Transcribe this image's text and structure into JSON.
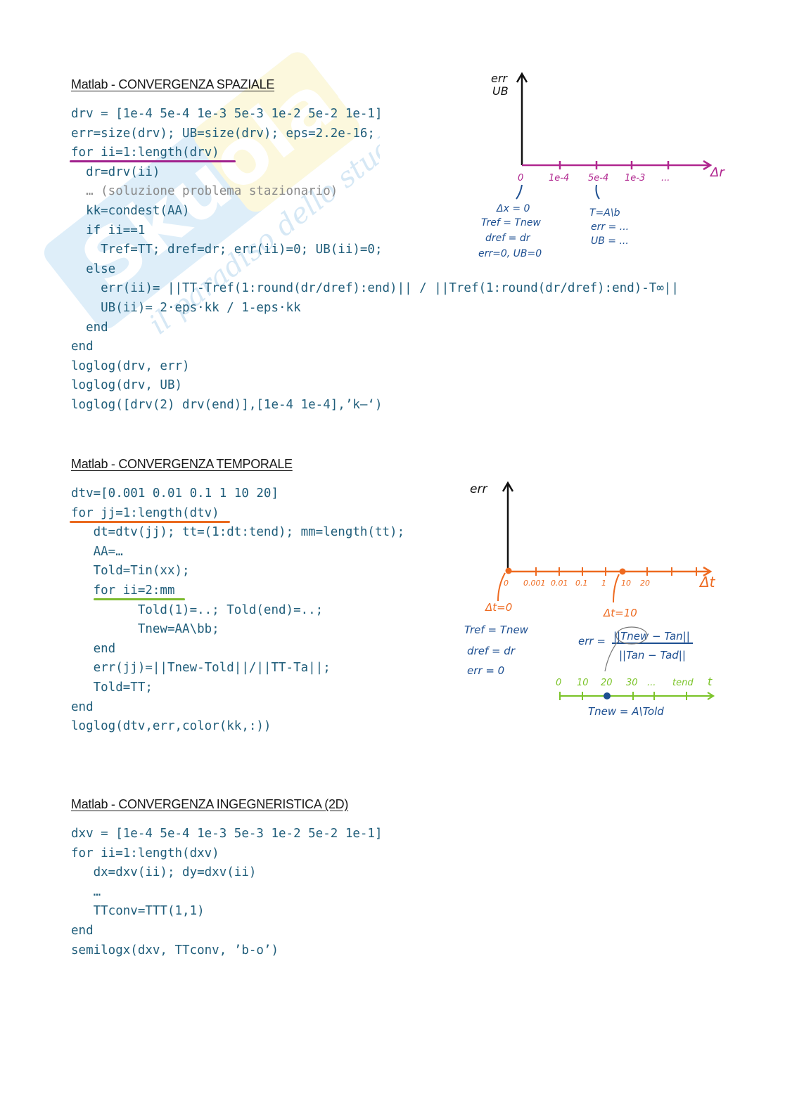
{
  "watermark": {
    "brand": "Skuola.net",
    "tagline": "il paradiso dello studente"
  },
  "sections": [
    {
      "title": "Matlab - CONVERGENZA SPAZIALE",
      "code": [
        "drv = [1e-4 5e-4 1e-3 5e-3 1e-2 5e-2 1e-1]",
        "err=size(drv); UB=size(drv); eps=2.2e-16;",
        "for ii=1:length(drv)",
        "  dr=drv(ii)",
        "  … (soluzione problema stazionario)",
        "  kk=condest(AA)",
        "  if ii==1",
        "    Tref=TT; dref=dr; err(ii)=0; UB(ii)=0;",
        "  else",
        "    err(ii)= ||TT-Tref(1:round(dr/dref):end)|| / ||Tref(1:round(dr/dref):end)-T∞||",
        "    UB(ii)= 2·eps·kk / 1-eps·kk",
        "  end",
        "end",
        "loglog(drv, err)",
        "loglog(drv, UB)",
        "loglog([drv(2) drv(end)],[1e-4 1e-4],’k–‘)"
      ],
      "underline_color": "#a0208c",
      "diagram": {
        "y_label_1": "err",
        "y_label_2": "UB",
        "x_label": "Δr",
        "ticks": [
          "0",
          "1e-4",
          "5e-4",
          "1e-3",
          "..."
        ],
        "note_left": [
          "Δx = 0",
          "Tref = Tnew",
          "dref = dr",
          "err=0, UB=0"
        ],
        "note_right": [
          "T=A\\b",
          "err = ...",
          "UB = ..."
        ],
        "axis_color": "#b0268f",
        "note_color": "#1d4f91"
      }
    },
    {
      "title": "Matlab - CONVERGENZA TEMPORALE",
      "code": [
        "dtv=[0.001 0.01 0.1 1 10 20]",
        "for jj=1:length(dtv)",
        "   dt=dtv(jj); tt=(1:dt:tend); mm=length(tt);",
        "   AA=…",
        "   Told=Tin(xx);",
        "   for ii=2:mm",
        "         Told(1)=..; Told(end)=..;",
        "         Tnew=AA\\bb;",
        "   end",
        "   err(jj)=||Tnew-Told||/||TT-Ta||;",
        "   Told=TT;",
        "end",
        "loglog(dtv,err,color(kk,:))"
      ],
      "underline_color": "#ea6a1f",
      "inner_underline_color": "#7dbb2e",
      "diagram": {
        "y_label": "err",
        "x_label": "Δt",
        "ticks": [
          "0",
          "0.001",
          "0.01",
          "0.1",
          "1",
          "10",
          "20"
        ],
        "note_dt0": "Δt=0",
        "note_dt10": "Δt=10",
        "note_left": [
          "Tref = Tnew",
          "dref = dr",
          "err = 0"
        ],
        "formula_lhs": "err =",
        "formula_num": "||Tnew − Tan||",
        "formula_den": "||Tan − Tad||",
        "time_ticks": [
          "0",
          "10",
          "20",
          "30",
          "...",
          "tend"
        ],
        "time_label": "t",
        "time_note": "Tnew = A\\Told",
        "axis_color": "#ee6a20",
        "time_color": "#7cc42a",
        "note_color": "#1d4f91"
      }
    },
    {
      "title": "Matlab - CONVERGENZA INGEGNERISTICA (2D)",
      "code": [
        "dxv = [1e-4 5e-4 1e-3 5e-3 1e-2 5e-2 1e-1]",
        "for ii=1:length(dxv)",
        "   dx=dxv(ii); dy=dxv(ii)",
        "   …",
        "   TTconv=TTT(1,1)",
        "end",
        "semilogx(dxv, TTconv, ’b-o’)"
      ]
    }
  ]
}
